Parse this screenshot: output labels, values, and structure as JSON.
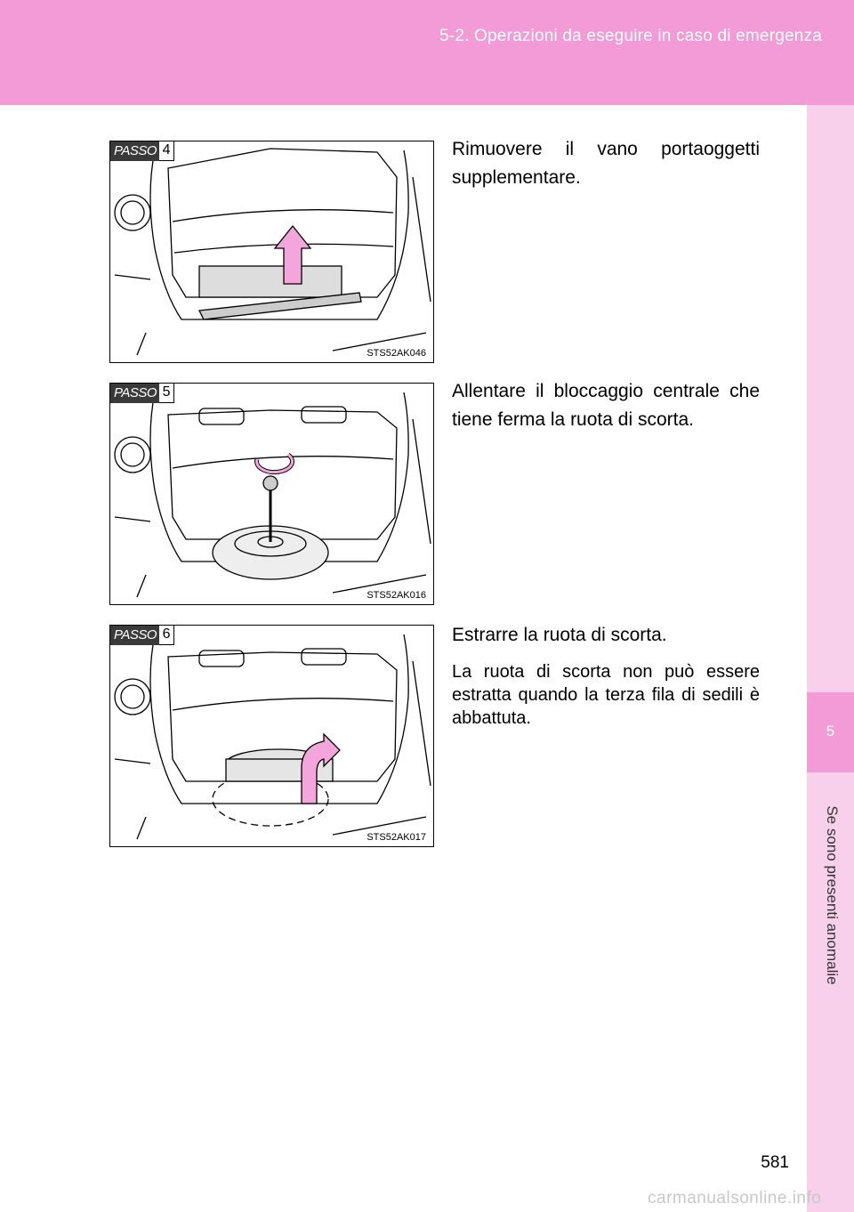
{
  "header": {
    "section_title": "5-2. Operazioni da eseguire in caso di emergenza"
  },
  "sidebar": {
    "chapter_number": "5",
    "chapter_title": "Se sono presenti anomalie"
  },
  "steps": [
    {
      "label": "PASSO",
      "number": "4",
      "figure_code": "STS52AK046",
      "text": "Rimuovere il vano portaoggetti supplementare.",
      "note": ""
    },
    {
      "label": "PASSO",
      "number": "5",
      "figure_code": "STS52AK016",
      "text": "Allentare il bloccaggio centrale che tiene ferma la ruota di scorta.",
      "note": ""
    },
    {
      "label": "PASSO",
      "number": "6",
      "figure_code": "STS52AK017",
      "text": "Estrarre la ruota di scorta.",
      "note": "La ruota di scorta non può essere estratta quando la terza fila di sedili è abbattuta."
    }
  ],
  "page_number": "581",
  "watermark": "carmanualsonline.info",
  "colors": {
    "header": "#f29bd6",
    "sidebar": "#f9d0ec",
    "arrow": "#f4a6dc"
  }
}
